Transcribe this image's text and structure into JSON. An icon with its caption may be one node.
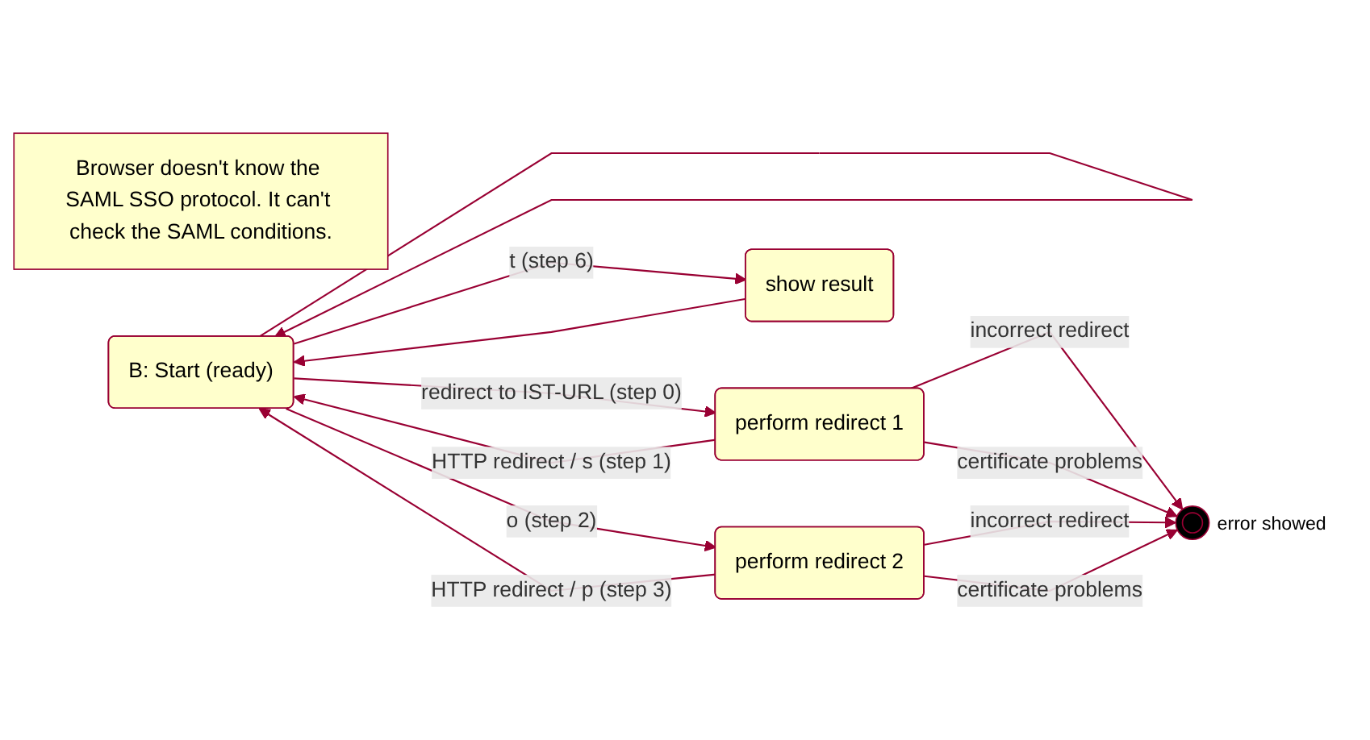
{
  "diagram": {
    "nodes": [
      {
        "text": [
          "Browser doesn't know the SAML SSO protocol. It can't check the SAML conditions."
        ]
      },
      {
        "text": [
          "B: Start (ready)"
        ]
      },
      {
        "text": [
          "perform redirect 1"
        ]
      },
      {
        "text": [],
        "shape": "circle",
        "beside": [
          "error showed"
        ]
      },
      {
        "text": [
          "perform redirect 2"
        ]
      },
      {
        "text": [
          "show result"
        ]
      }
    ],
    "edges": [
      {
        "from": 1,
        "to": 1,
        "arrow": "to"
      },
      {
        "from": 1,
        "to": 2,
        "arrow": "to",
        "label": "redirect to IST-URL (step 0)"
      },
      {
        "from": 2,
        "to": 1,
        "arrow": "to",
        "label": "HTTP redirect / s (step 1)"
      },
      {
        "from": 1,
        "to": 4,
        "arrow": "to",
        "label": "o (step 2)"
      },
      {
        "from": 4,
        "to": 1,
        "arrow": "to",
        "label": "HTTP redirect / p (step 3)"
      },
      {
        "from": 1,
        "to": 5,
        "arrow": "to",
        "label": "t (step 6)"
      },
      {
        "from": 5,
        "to": 1,
        "arrow": "to"
      },
      {
        "from": 2,
        "to": 3,
        "arrow": "to",
        "label": "incorrect redirect"
      },
      {
        "from": 2,
        "to": 3,
        "arrow": "to",
        "label": "certificate problems"
      },
      {
        "from": 4,
        "to": 3,
        "arrow": "to",
        "label": "incorrect redirect"
      },
      {
        "from": 4,
        "to": 3,
        "arrow": "to",
        "label": "certificate problems"
      }
    ]
  }
}
